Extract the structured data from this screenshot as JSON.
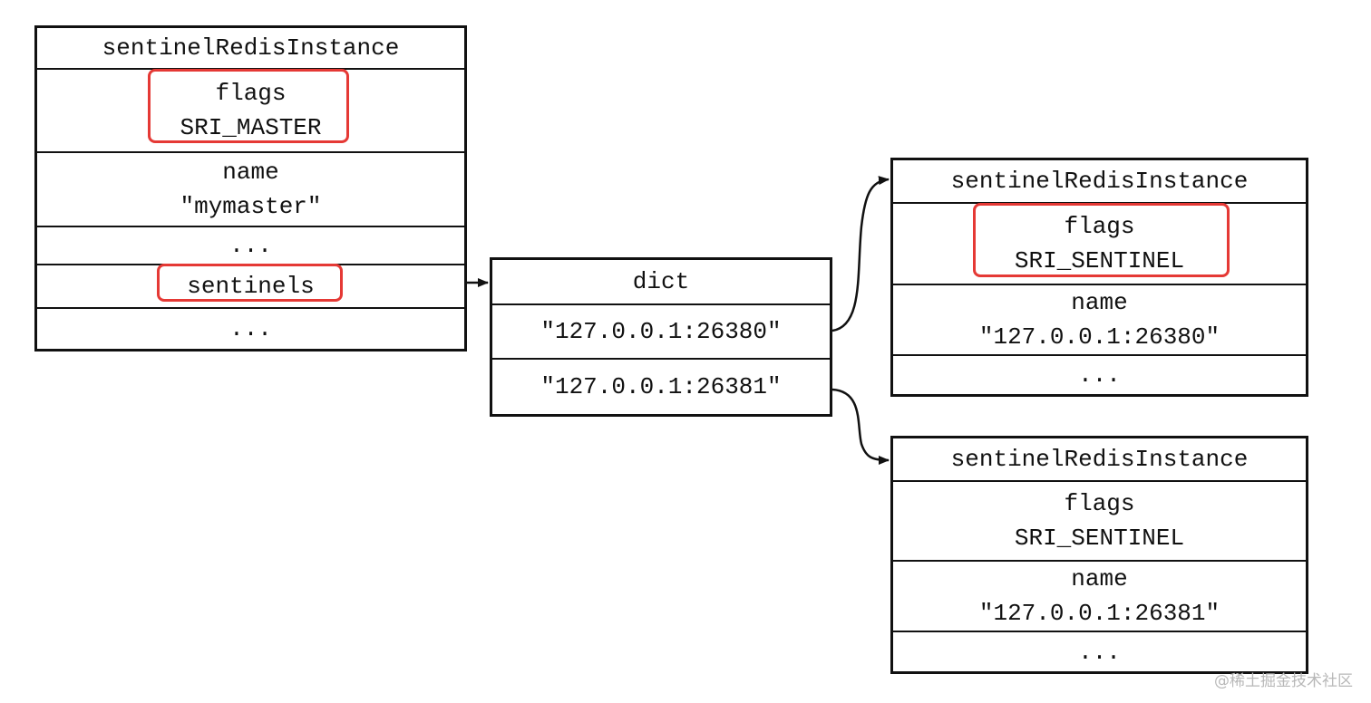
{
  "master": {
    "header": "sentinelRedisInstance",
    "flags_label": "flags",
    "flags_value": "SRI_MASTER",
    "name_label": "name",
    "name_value": "\"mymaster\"",
    "ellipsis_1": "...",
    "sentinels_label": "sentinels",
    "ellipsis_2": "..."
  },
  "dict": {
    "header": "dict",
    "key_1": "\"127.0.0.1:26380\"",
    "key_2": "\"127.0.0.1:26381\""
  },
  "sentinel_1": {
    "header": "sentinelRedisInstance",
    "flags_label": "flags",
    "flags_value": "SRI_SENTINEL",
    "name_label": "name",
    "name_value": "\"127.0.0.1:26380\"",
    "ellipsis": "..."
  },
  "sentinel_2": {
    "header": "sentinelRedisInstance",
    "flags_label": "flags",
    "flags_value": "SRI_SENTINEL",
    "name_label": "name",
    "name_value": "\"127.0.0.1:26381\"",
    "ellipsis": "..."
  },
  "colors": {
    "highlight": "#e53935",
    "line": "#111111"
  },
  "watermark": "@稀土掘金技术社区"
}
